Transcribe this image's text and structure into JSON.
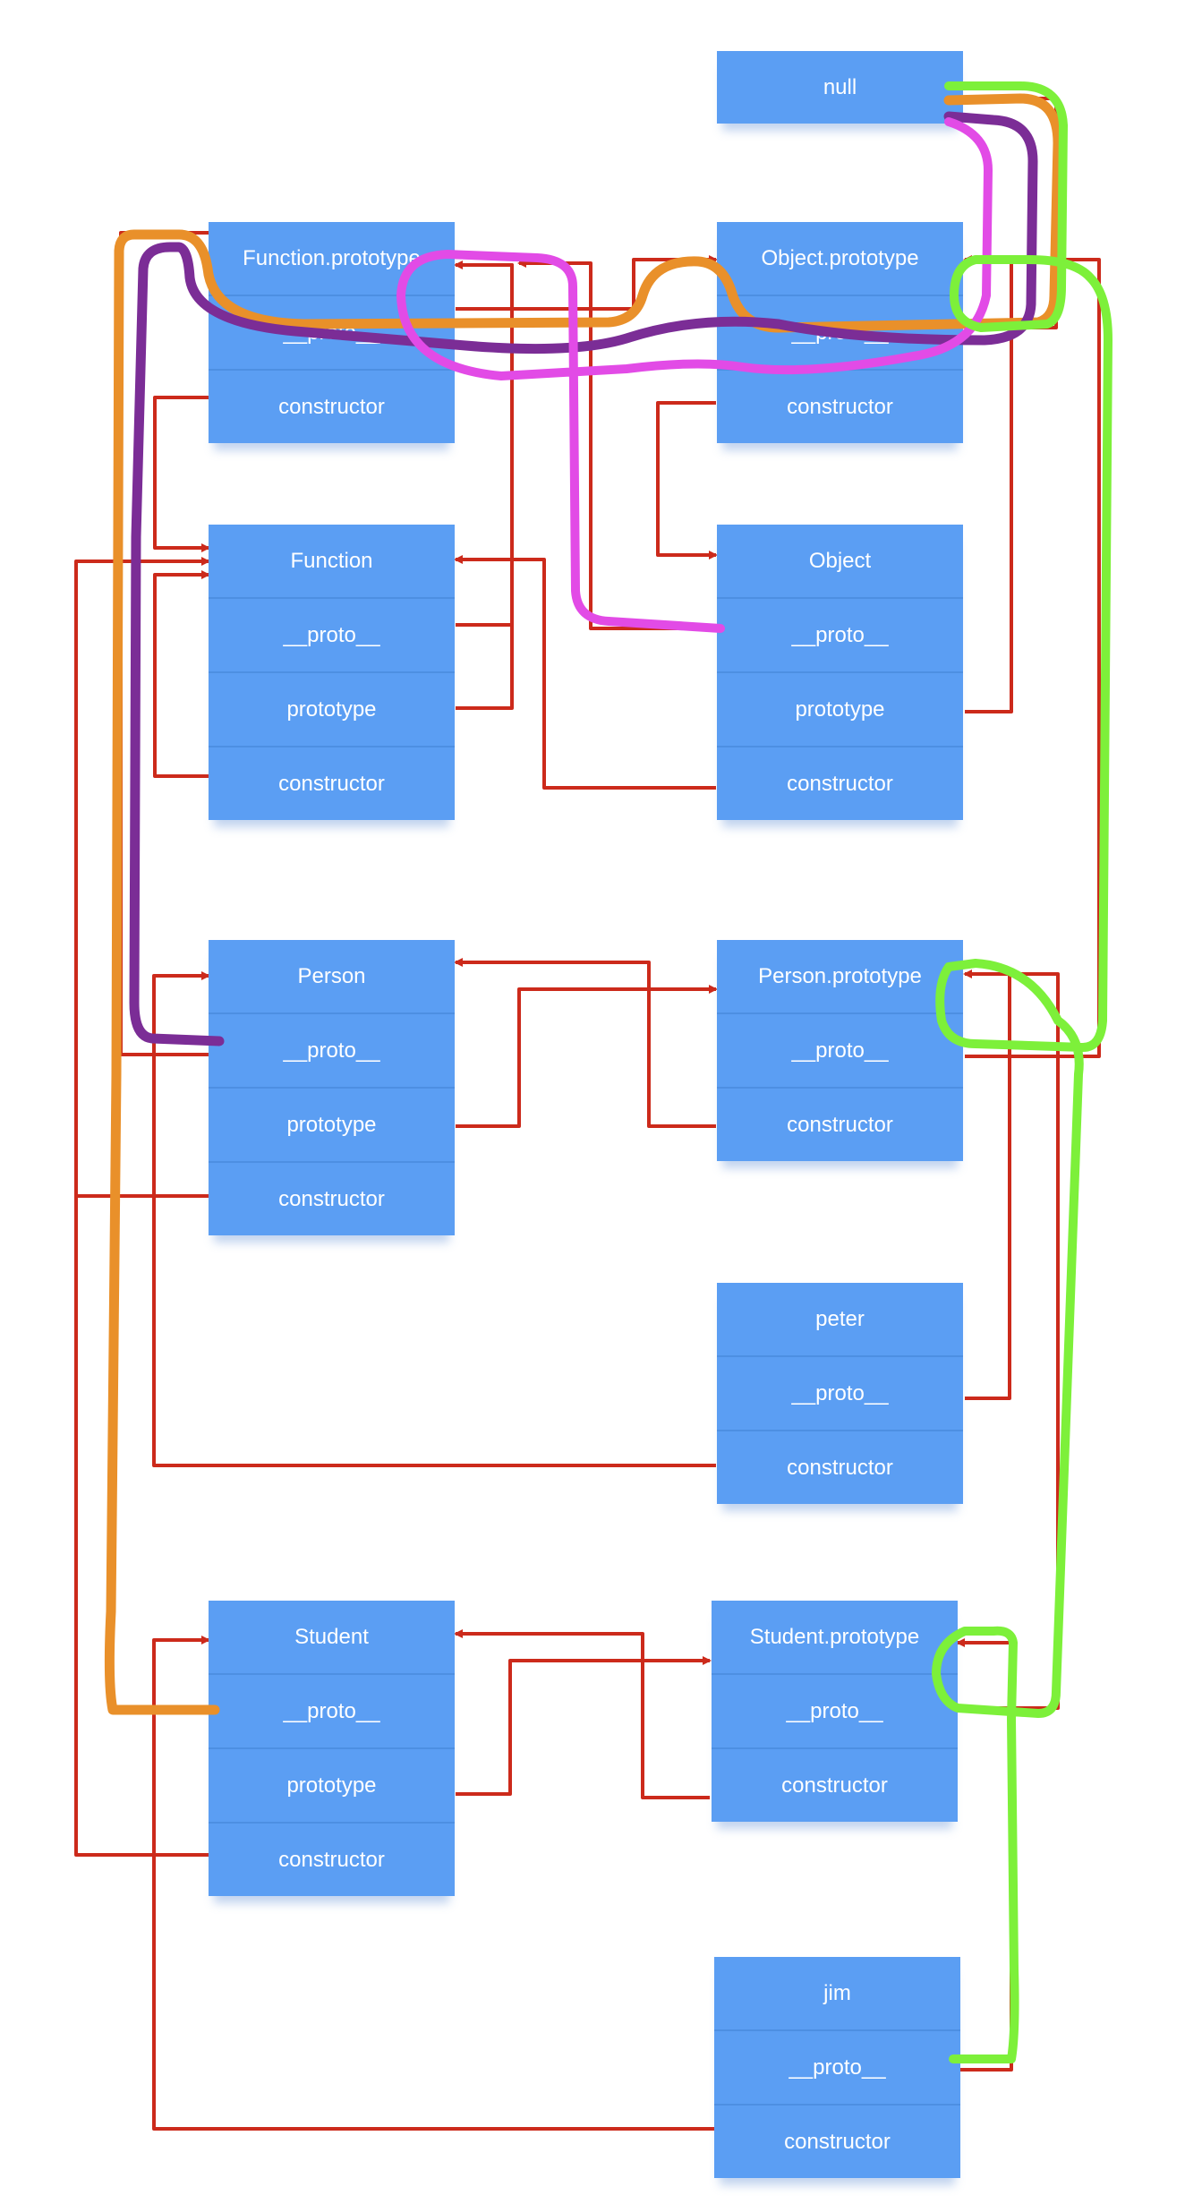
{
  "boxes": {
    "null": [
      "null"
    ],
    "function_prototype": [
      "Function.prototype",
      "__proto__",
      "constructor"
    ],
    "object_prototype": [
      "Object.prototype",
      "__proto__",
      "constructor"
    ],
    "function": [
      "Function",
      "__proto__",
      "prototype",
      "constructor"
    ],
    "object": [
      "Object",
      "__proto__",
      "prototype",
      "constructor"
    ],
    "person": [
      "Person",
      "__proto__",
      "prototype",
      "constructor"
    ],
    "person_prototype": [
      "Person.prototype",
      "__proto__",
      "constructor"
    ],
    "peter": [
      "peter",
      "__proto__",
      "constructor"
    ],
    "student": [
      "Student",
      "__proto__",
      "prototype",
      "constructor"
    ],
    "student_prototype": [
      "Student.prototype",
      "__proto__",
      "constructor"
    ],
    "jim": [
      "jim",
      "__proto__",
      "constructor"
    ]
  },
  "colors": {
    "box_fill": "#5b9ef3",
    "box_divider": "#4d8fe2",
    "box_text": "#ffffff",
    "link_red": "#cc2a1b",
    "chain_orange": "#e9902a",
    "chain_purple": "#7b2d96",
    "chain_magenta": "#e24be6",
    "chain_green": "#7df03a",
    "background": "#ffffff"
  }
}
